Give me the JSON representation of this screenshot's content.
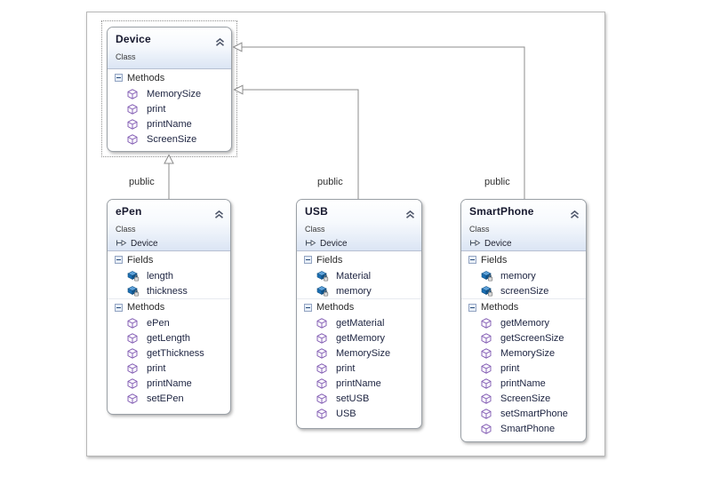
{
  "diagram": {
    "labels": {
      "fields": "Fields",
      "methods": "Methods"
    },
    "classes": [
      {
        "name": "Device",
        "kind": "Class",
        "methods": [
          "MemorySize",
          "print",
          "printName",
          "ScreenSize"
        ]
      },
      {
        "name": "ePen",
        "kind": "Class",
        "inherits": "Device",
        "fields": [
          "length",
          "thickness"
        ],
        "methods": [
          "ePen",
          "getLength",
          "getThickness",
          "print",
          "printName",
          "setEPen"
        ]
      },
      {
        "name": "USB",
        "kind": "Class",
        "inherits": "Device",
        "fields": [
          "Material",
          "memory"
        ],
        "methods": [
          "getMaterial",
          "getMemory",
          "MemorySize",
          "print",
          "printName",
          "setUSB",
          "USB"
        ]
      },
      {
        "name": "SmartPhone",
        "kind": "Class",
        "inherits": "Device",
        "fields": [
          "memory",
          "screenSize"
        ],
        "methods": [
          "getMemory",
          "getScreenSize",
          "MemorySize",
          "print",
          "printName",
          "ScreenSize",
          "setSmartPhone",
          "SmartPhone"
        ]
      }
    ],
    "connectors": [
      {
        "from": "ePen",
        "to": "Device",
        "label": "public"
      },
      {
        "from": "USB",
        "to": "Device",
        "label": "public"
      },
      {
        "from": "SmartPhone",
        "to": "Device",
        "label": "public"
      }
    ],
    "colors": {
      "field_icon_blue": "#1a6fb5",
      "method_icon_purple": "#7e57b0",
      "header_tint": "#dbe5f4",
      "connector_gray": "#8c8c8c"
    }
  }
}
